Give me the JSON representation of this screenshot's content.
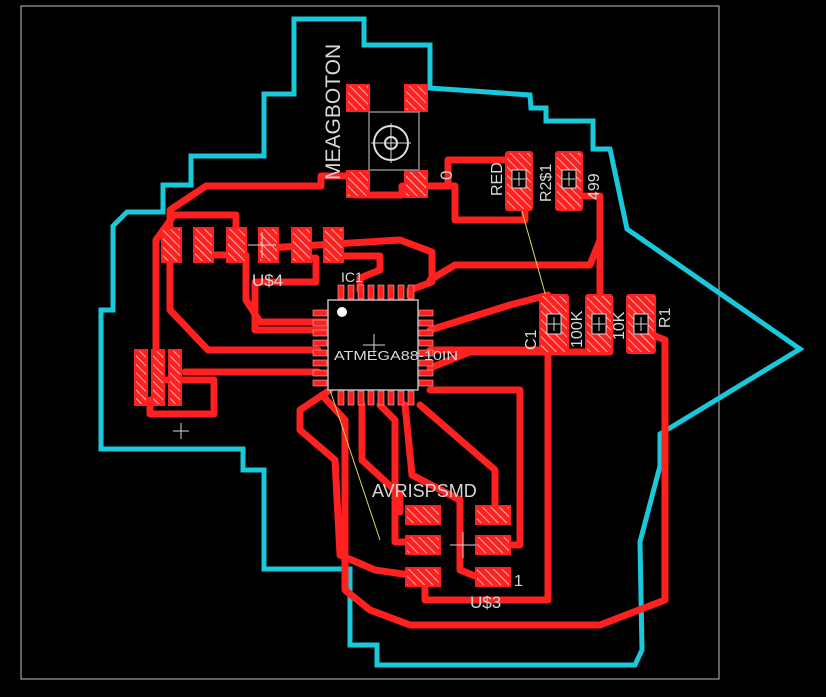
{
  "board": {
    "colors": {
      "background": "#000000",
      "trace": "#ff2020",
      "outline": "#19c9d9",
      "frame": "#bfbfbf",
      "label": "#d8d8d8",
      "airwire": "#d8d860"
    }
  },
  "labels": {
    "meagboton": "MEAGBOTON",
    "meagboton_value": "0",
    "red": "RED",
    "r2_name": "R2$1",
    "r2_value": "499",
    "us4": "U$4",
    "ic1": "IC1",
    "atmega": "ATMEGA88-10IN",
    "c1": "C1",
    "c1_value": "100K",
    "r1_value": "10K",
    "r1": "R1",
    "avrisp": "AVRISPSMD",
    "us3": "U$3",
    "pin1": "1"
  },
  "icons": {
    "origin_marker": "crosshair-icon",
    "button": "pushbutton-icon"
  }
}
